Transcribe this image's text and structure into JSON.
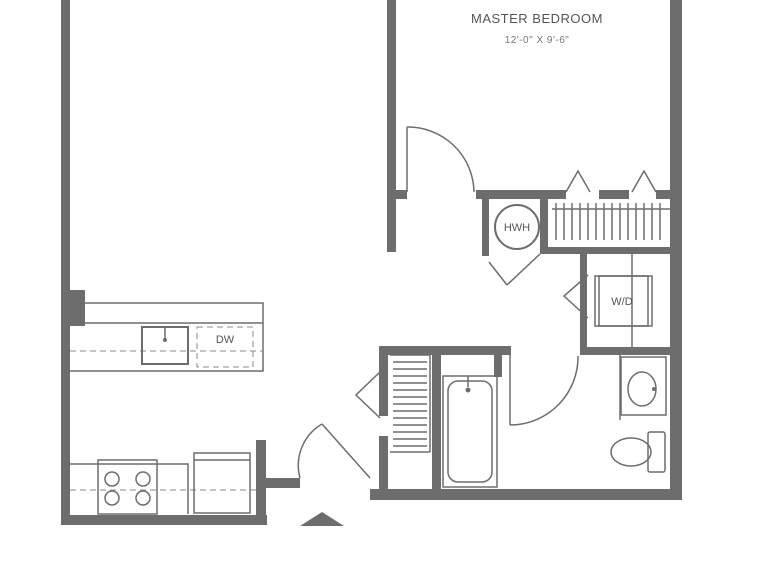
{
  "rooms": {
    "master_bedroom": {
      "name": "MASTER BEDROOM",
      "dimensions": "12'-0\" X 9'-6\""
    }
  },
  "fixtures": {
    "water_heater": "HWH",
    "washer_dryer": "W/D",
    "dishwasher": "DW"
  },
  "colors": {
    "wall": "#6d6d6d",
    "text": "#555555",
    "background": "#ffffff"
  }
}
